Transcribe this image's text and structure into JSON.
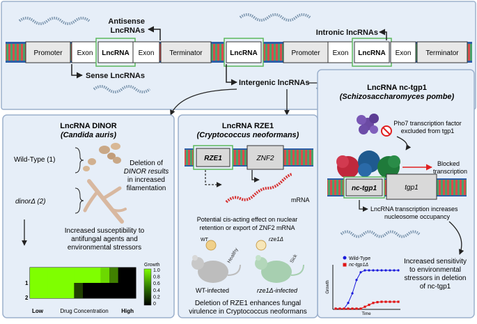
{
  "top": {
    "antisense_line1": "Antisense",
    "antisense_line2": "LncRNAs",
    "intronic": "Intronic lncRNAs",
    "sense": "Sense LncRNAs",
    "intergenic": "Intergenic lncRNAs",
    "strand_left": {
      "boxes": [
        "Promoter",
        "Exon",
        "LncRNA",
        "Exon",
        "Terminator"
      ]
    },
    "strand_middle": {
      "boxes": [
        "LncRNA"
      ]
    },
    "strand_right": {
      "boxes": [
        "Promoter",
        "Exon",
        "LncRNA",
        "Exon",
        "Terminator"
      ]
    }
  },
  "panel_dinor": {
    "title_line1": "LncRNA DINOR",
    "title_line2": "(Candida auris)",
    "wildtype_label": "Wild-Type (1)",
    "mutant_label": "dinorΔ (2)",
    "deletion_text": [
      "Deletion of",
      "DINOR results",
      "in increased",
      "filamentation"
    ],
    "susceptibility_text": [
      "Increased susceptibility to",
      "antifungal agents and",
      "environmental stressors"
    ],
    "heatmap": {
      "rows": [
        "1",
        "2"
      ],
      "x_low": "Low",
      "x_high": "High",
      "x_label": "Drug Concentration",
      "colorbar_title": "Growth",
      "colorbar_ticks": [
        "1.0",
        "0.8",
        "0.6",
        "0.4",
        "0.2",
        "0"
      ],
      "colors": {
        "high": "#7fff00",
        "low": "#000000"
      }
    }
  },
  "panel_rze1": {
    "title_line1": "LncRNA RZE1",
    "title_line2": "(Cryptococcus neoformans)",
    "gene1": "RZE1",
    "gene2": "ZNF2",
    "mrna": "mRNA",
    "effect_text": [
      "Potential cis-acting effect on nuclear",
      "retention or export of ZNF2 mRNA"
    ],
    "wt": "WT",
    "rze1": "rze1Δ",
    "healthy": "Healthy",
    "sick": "Sick",
    "wt_infected": "WT-infected",
    "rze1_infected": "rze1Δ-infected",
    "conclusion": [
      "Deletion of RZE1 enhances fungal",
      "virulence in Cryptococcus neoformans"
    ]
  },
  "panel_tgp1": {
    "title_line1": "LncRNA nc-tgp1",
    "title_line2": "(Schizosaccharomyces pombe)",
    "pho7_text": [
      "Pho7 transcription factor",
      "excluded from tgp1"
    ],
    "blocked": [
      "Blocked",
      "transcription"
    ],
    "gene1": "nc-tgp1",
    "gene2": "tgp1",
    "occupancy_text": [
      "LncRNA transcription increases",
      "nucleosome occupancy"
    ],
    "sensitivity_text": [
      "Increased sensitivity",
      "to environmental",
      "stressors in deletion",
      "of nc-tgp1"
    ],
    "growth_chart": {
      "legend": [
        "Wild-Type",
        "nc-tgp1Δ"
      ],
      "ylabel": "Growth",
      "xlabel": "Time",
      "colors": {
        "wt": "#1a1adb",
        "mut": "#e01414"
      }
    }
  },
  "chart_data": {
    "type": "line",
    "xlabel": "Time",
    "ylabel": "Growth",
    "x": [
      0,
      1,
      2,
      3,
      4,
      5,
      6,
      7,
      8,
      9,
      10,
      11,
      12,
      13,
      14,
      15
    ],
    "series": [
      {
        "name": "Wild-Type",
        "values": [
          0,
          0,
          0,
          0.15,
          0.4,
          0.75,
          0.95,
          1,
          1,
          1,
          1,
          1,
          1,
          1,
          1,
          1
        ]
      },
      {
        "name": "nc-tgp1Δ",
        "values": [
          0,
          0,
          0,
          0,
          0,
          0,
          0,
          0.05,
          0.1,
          0.15,
          0.17,
          0.18,
          0.18,
          0.18,
          0.18,
          0.18
        ]
      }
    ]
  }
}
